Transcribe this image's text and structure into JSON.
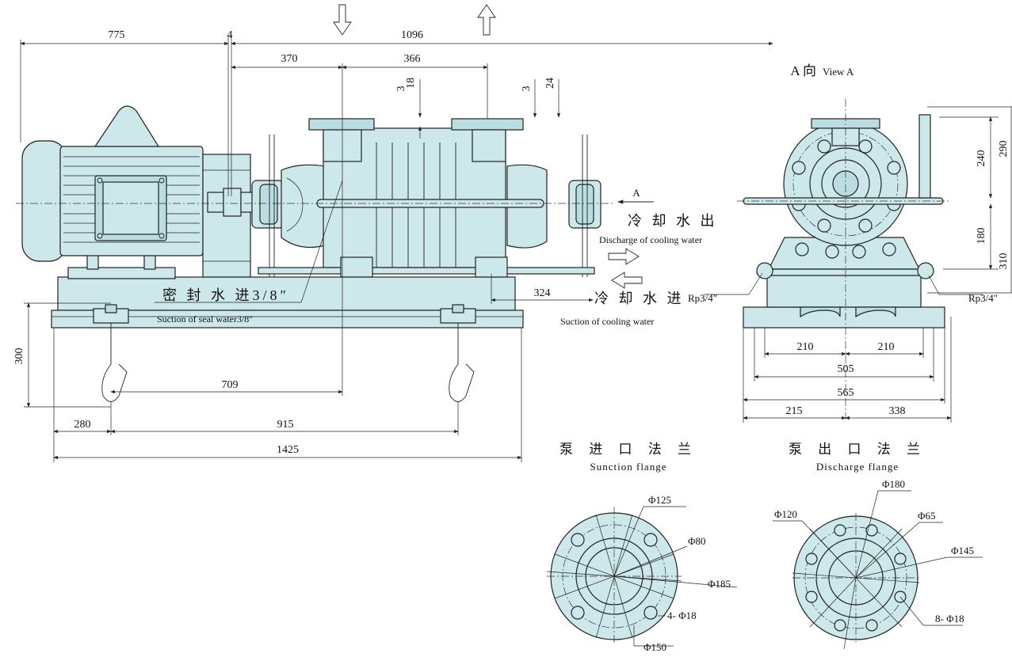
{
  "front_view": {
    "dims": {
      "d775": "775",
      "d4": "4",
      "d1096": "1096",
      "d370": "370",
      "d366": "366",
      "d3a": "3",
      "d18": "18",
      "d3b": "3",
      "d24": "24",
      "d324": "324",
      "d300": "300",
      "d709": "709",
      "d280": "280",
      "d915": "915",
      "d1425": "1425"
    },
    "labels": {
      "seal_cn": "密 封 水 进3/8″",
      "seal_en": "Suction of seal water3/8″",
      "cool_out_cn": "冷 却 水 出",
      "cool_out_en": "Discharge of cooling water",
      "cool_in_cn": "冷 却 水 进",
      "cool_in_en": "Suction of cooling water",
      "marker_a": "A"
    }
  },
  "side_view": {
    "title_cn": "A 向",
    "title_en": "View A",
    "dims": {
      "d240": "240",
      "d290": "290",
      "d180": "180",
      "d310": "310",
      "d210a": "210",
      "d210b": "210",
      "d505": "505",
      "d565": "565",
      "d215": "215",
      "d338": "338"
    },
    "rp_left": "Rp3/4\"",
    "rp_right": "Rp3/4\""
  },
  "suction_flange": {
    "title_cn": "泵 进 口 法 兰",
    "title_en": "Sunction flange",
    "d125": "Φ125",
    "d80": "Φ80",
    "d185": "Φ185",
    "holes": "4- Φ18",
    "d150": "Φ150"
  },
  "discharge_flange": {
    "title_cn": "泵 出 口 法 兰",
    "title_en": "Discharge flange",
    "d180": "Φ180",
    "d120": "Φ120",
    "d65": "Φ65",
    "d145": "Φ145",
    "holes": "8- Φ18"
  }
}
